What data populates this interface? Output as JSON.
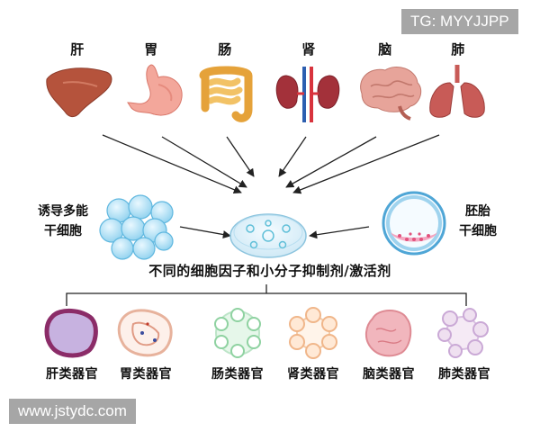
{
  "watermark_top": "TG: MYYJJPP",
  "watermark_bottom": "www.jstydc.com",
  "organs": [
    {
      "label": "肝",
      "icon": "liver-icon"
    },
    {
      "label": "胃",
      "icon": "stomach-icon"
    },
    {
      "label": "肠",
      "icon": "intestine-icon"
    },
    {
      "label": "肾",
      "icon": "kidney-icon"
    },
    {
      "label": "脑",
      "icon": "brain-icon"
    },
    {
      "label": "肺",
      "icon": "lung-icon"
    }
  ],
  "left_source": {
    "line1": "诱导多能",
    "line2": "干细胞"
  },
  "right_source": {
    "line1": "胚胎",
    "line2": "干细胞"
  },
  "center_caption": "不同的细胞因子和小分子抑制剂/激活剂",
  "organoids": [
    {
      "label": "肝类器官"
    },
    {
      "label": "胃类器官"
    },
    {
      "label": "肠类器官"
    },
    {
      "label": "肾类器官"
    },
    {
      "label": "脑类器官"
    },
    {
      "label": "肺类器官"
    }
  ],
  "colors": {
    "liver": "#b5533c",
    "stomach": "#f3a79b",
    "intestine": "#f2b94b",
    "kidney": "#a3313a",
    "brain": "#e7a49a",
    "lung": "#c85b57",
    "stem_cell": "#a9def5",
    "dish": "#dceef8"
  }
}
